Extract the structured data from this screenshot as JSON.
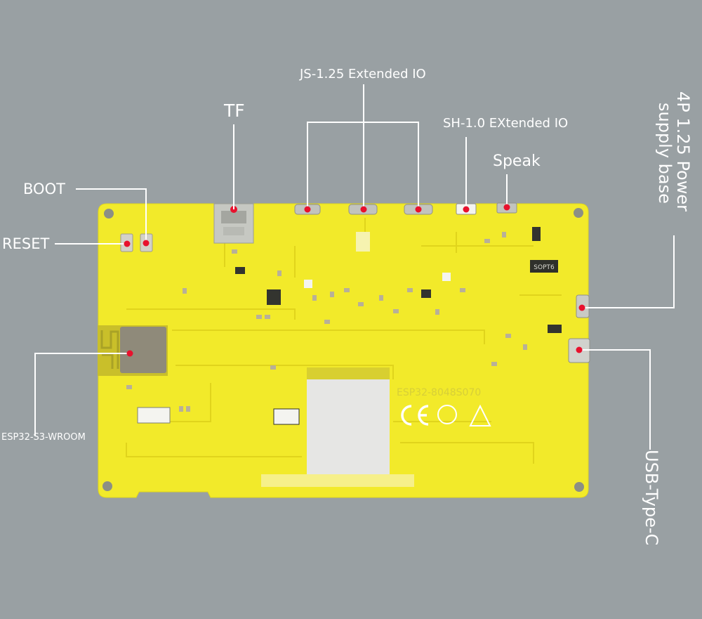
{
  "labels": {
    "js_io": "JS-1.25 Extended IO",
    "tf": "TF",
    "sh_io": "SH-1.0 EXtended IO",
    "speak": "Speak",
    "boot": "BOOT",
    "reset": "RESET",
    "esp_module": "ESP32-S3-WROOM",
    "power_line1": "4P 1.25 Power",
    "power_line2": "supply base",
    "usb": "USB-Type-C"
  },
  "board": {
    "model_marking": "ESP32-8048S070",
    "chip_marking": "SOPT6"
  },
  "colors": {
    "background": "#99a0a3",
    "pcb": "#f2ea2a",
    "leader_line": "#ffffff",
    "marker": "#e8112d",
    "label_text": "#ffffff"
  }
}
